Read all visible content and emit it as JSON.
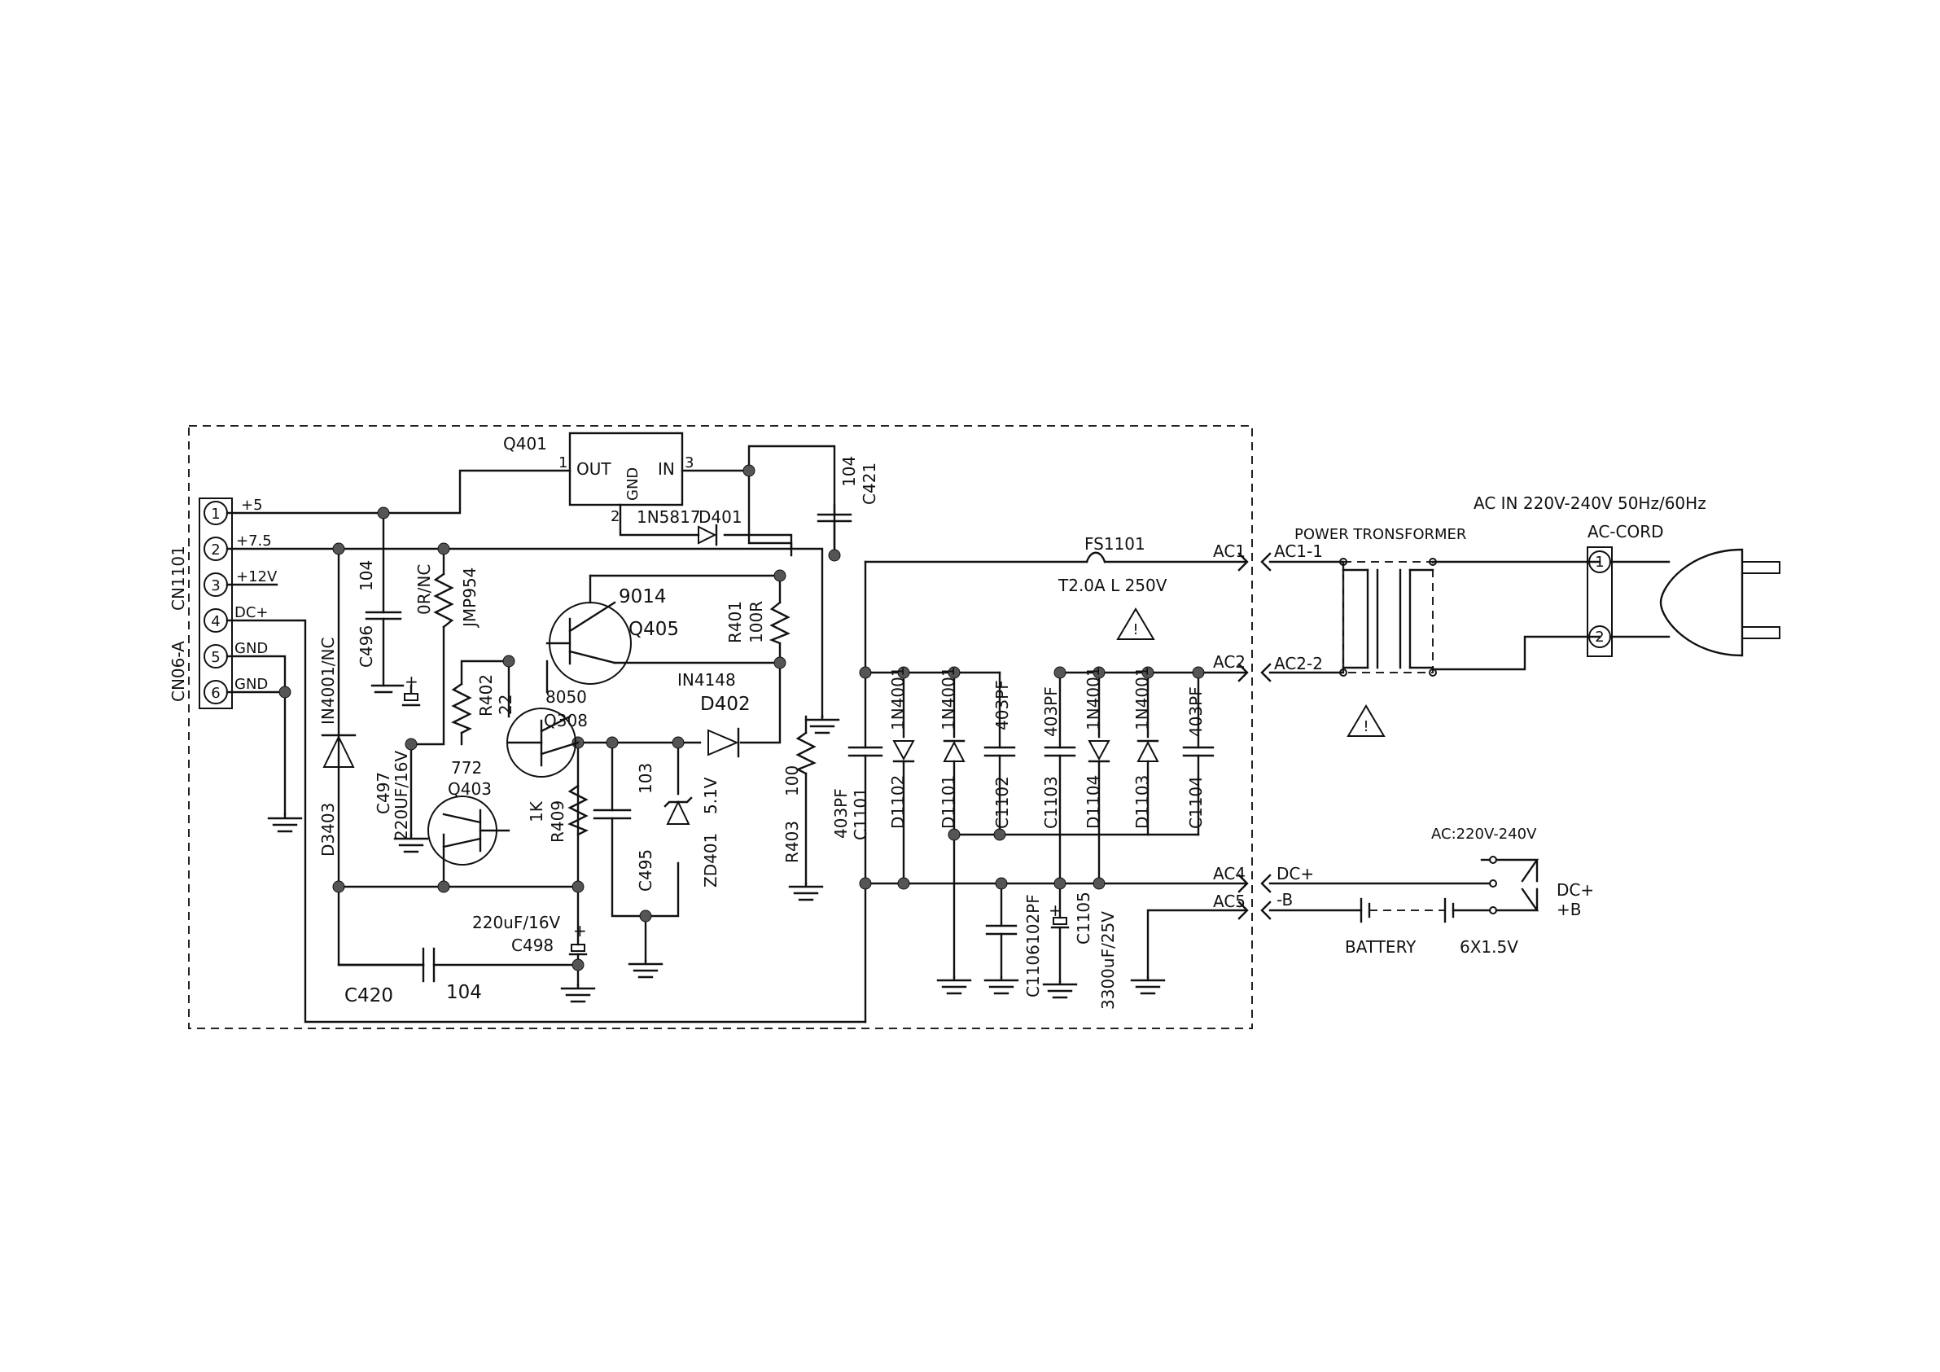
{
  "connector": {
    "ref": "CN1101",
    "type": "CN06-A",
    "pins": [
      {
        "num": "1",
        "signal": "+5"
      },
      {
        "num": "2",
        "signal": "+7.5"
      },
      {
        "num": "3",
        "signal": "+12V"
      },
      {
        "num": "4",
        "signal": "DC+"
      },
      {
        "num": "5",
        "signal": "GND"
      },
      {
        "num": "6",
        "signal": "GND"
      }
    ]
  },
  "regulator": {
    "ref": "Q401",
    "out": "OUT",
    "gnd": "GND",
    "in": "IN",
    "pin1": "1",
    "pin2": "2",
    "pin3": "3"
  },
  "d401": {
    "part": "1N5817",
    "ref": "D401"
  },
  "c421": {
    "value": "104",
    "ref": "C421"
  },
  "c496": {
    "value": "104",
    "ref": "C496"
  },
  "jmp954": {
    "value": "0R/NC",
    "ref": "JMP954"
  },
  "d3403": {
    "part": "IN4001/NC",
    "ref": "D3403"
  },
  "c497": {
    "ref": "C497",
    "value": "220UF/16V"
  },
  "r402": {
    "ref": "R402",
    "value": "22"
  },
  "q405": {
    "part": "9014",
    "ref": "Q405"
  },
  "r401": {
    "ref": "R401",
    "value": "100R"
  },
  "d402": {
    "part": "IN4148",
    "ref": "D402"
  },
  "q308": {
    "part": "8050",
    "ref": "Q308"
  },
  "q403": {
    "part": "772",
    "ref": "Q403"
  },
  "r409": {
    "value": "1K",
    "ref": "R409"
  },
  "c495": {
    "value": "103",
    "ref": "C495"
  },
  "zd401": {
    "ref": "ZD401",
    "value": "5.1V"
  },
  "r403": {
    "ref": "R403",
    "value": "100"
  },
  "c498": {
    "value": "220uF/16V",
    "ref": "C498"
  },
  "c420": {
    "ref": "C420",
    "value": "104"
  },
  "c1101": {
    "value": "403PF",
    "ref": "C1101"
  },
  "bridge": {
    "d1102": {
      "part": "1N4001",
      "ref": "D1102"
    },
    "d1101": {
      "part": "1N4001",
      "ref": "D1101"
    },
    "c1102": {
      "value": "403PF",
      "ref": "C1102"
    },
    "c1103": {
      "value": "403PF",
      "ref": "C1103"
    },
    "d1104": {
      "part": "1N4001",
      "ref": "D1104"
    },
    "d1103": {
      "part": "1N4001",
      "ref": "D1103"
    },
    "c1104": {
      "value": "403PF",
      "ref": "C1104"
    }
  },
  "c1106": {
    "ref": "C1106",
    "value": "102PF"
  },
  "c1105": {
    "ref": "C1105",
    "value": "3300uF/25V"
  },
  "fuse": {
    "ref": "FS1101",
    "rating": "T2.0A L 250V"
  },
  "nets": {
    "ac1": "AC1",
    "ac2": "AC2",
    "ac4": "AC4",
    "ac5": "AC5"
  },
  "transformer": {
    "title": "POWER TRONSFORMER",
    "ac1_1": "AC1-1",
    "ac2_2": "AC2-2"
  },
  "ac_in": {
    "title": "AC IN 220V-240V 50Hz/60Hz",
    "cord": "AC-CORD",
    "pin1": "1",
    "pin2": "2"
  },
  "dc_in": {
    "ac_range": "AC:220V-240V",
    "dc_plus_left": "DC+",
    "minus_b": "-B",
    "battery": "BATTERY",
    "battery_spec": "6X1.5V",
    "dc_plus_right": "DC+",
    "plus_b": "+B"
  },
  "warning_symbol": "!"
}
